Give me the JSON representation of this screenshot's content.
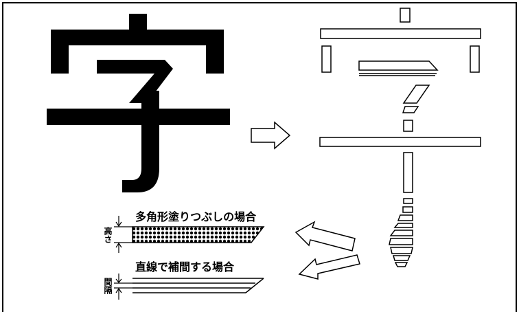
{
  "figure": {
    "source_glyph": "字",
    "polygon_fill_label": "多角形塗りつぶしの場合",
    "polygon_fill_axis_label": "高さ",
    "line_interp_label": "直線で補間する場合",
    "line_interp_axis_label": "間隔",
    "colors": {
      "ink": "#000000",
      "paper": "#ffffff"
    },
    "icons": [
      "right-arrow-icon",
      "left-arrow-icon"
    ]
  }
}
